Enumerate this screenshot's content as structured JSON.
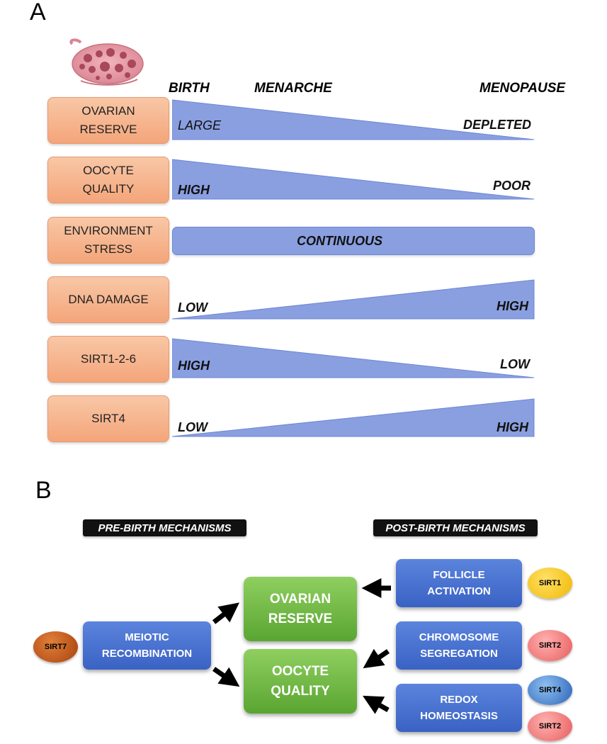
{
  "panel_a": {
    "letter": "A",
    "stages": {
      "birth": "BIRTH",
      "menarche": "MENARCHE",
      "menopause": "MENOPAUSE"
    },
    "rows": [
      {
        "label": "OVARIAN\nRESERVE",
        "shape": "decreasing",
        "start_text": "LARGE",
        "end_text": "DEPLETED"
      },
      {
        "label": "OOCYTE\nQUALITY",
        "shape": "decreasing",
        "start_text": "HIGH",
        "end_text": "POOR"
      },
      {
        "label": "ENVIRONMENT\nSTRESS",
        "shape": "constant",
        "center_text": "CONTINUOUS"
      },
      {
        "label": "DNA DAMAGE",
        "shape": "increasing",
        "start_text": "LOW",
        "end_text": "HIGH"
      },
      {
        "label": "SIRT1-2-6",
        "shape": "decreasing",
        "start_text": "HIGH",
        "end_text": "LOW"
      },
      {
        "label": "SIRT4",
        "shape": "increasing",
        "start_text": "LOW",
        "end_text": "HIGH"
      }
    ]
  },
  "panel_b": {
    "letter": "B",
    "pre_birth_header": "PRE-BIRTH MECHANISMS",
    "post_birth_header": "POST-BIRTH MECHANISMS",
    "meiotic_box": "MEIOTIC\nRECOMBINATION",
    "ovarian_reserve_box": "OVARIAN\nRESERVE",
    "oocyte_quality_box": "OOCYTE\nQUALITY",
    "follicle_box": "FOLLICLE\nACTIVATION",
    "chromosome_box": "CHROMOSOME\nSEGREGATION",
    "redox_box": "REDOX\nHOMEOSTASIS",
    "sirtuins": {
      "sirt7": "SIRT7",
      "sirt1": "SIRT1",
      "sirt2_chromosome": "SIRT2",
      "sirt4": "SIRT4",
      "sirt2_redox": "SIRT2"
    }
  },
  "colors": {
    "wedge_fill": "#8a9fe0",
    "label_box": "#f4a57a",
    "blue_box": "#4472c4",
    "green_box": "#70b244",
    "sirt7": "#c0551a",
    "sirt1": "#f5c518",
    "sirt2": "#f07070",
    "sirt4": "#3a78c9"
  }
}
